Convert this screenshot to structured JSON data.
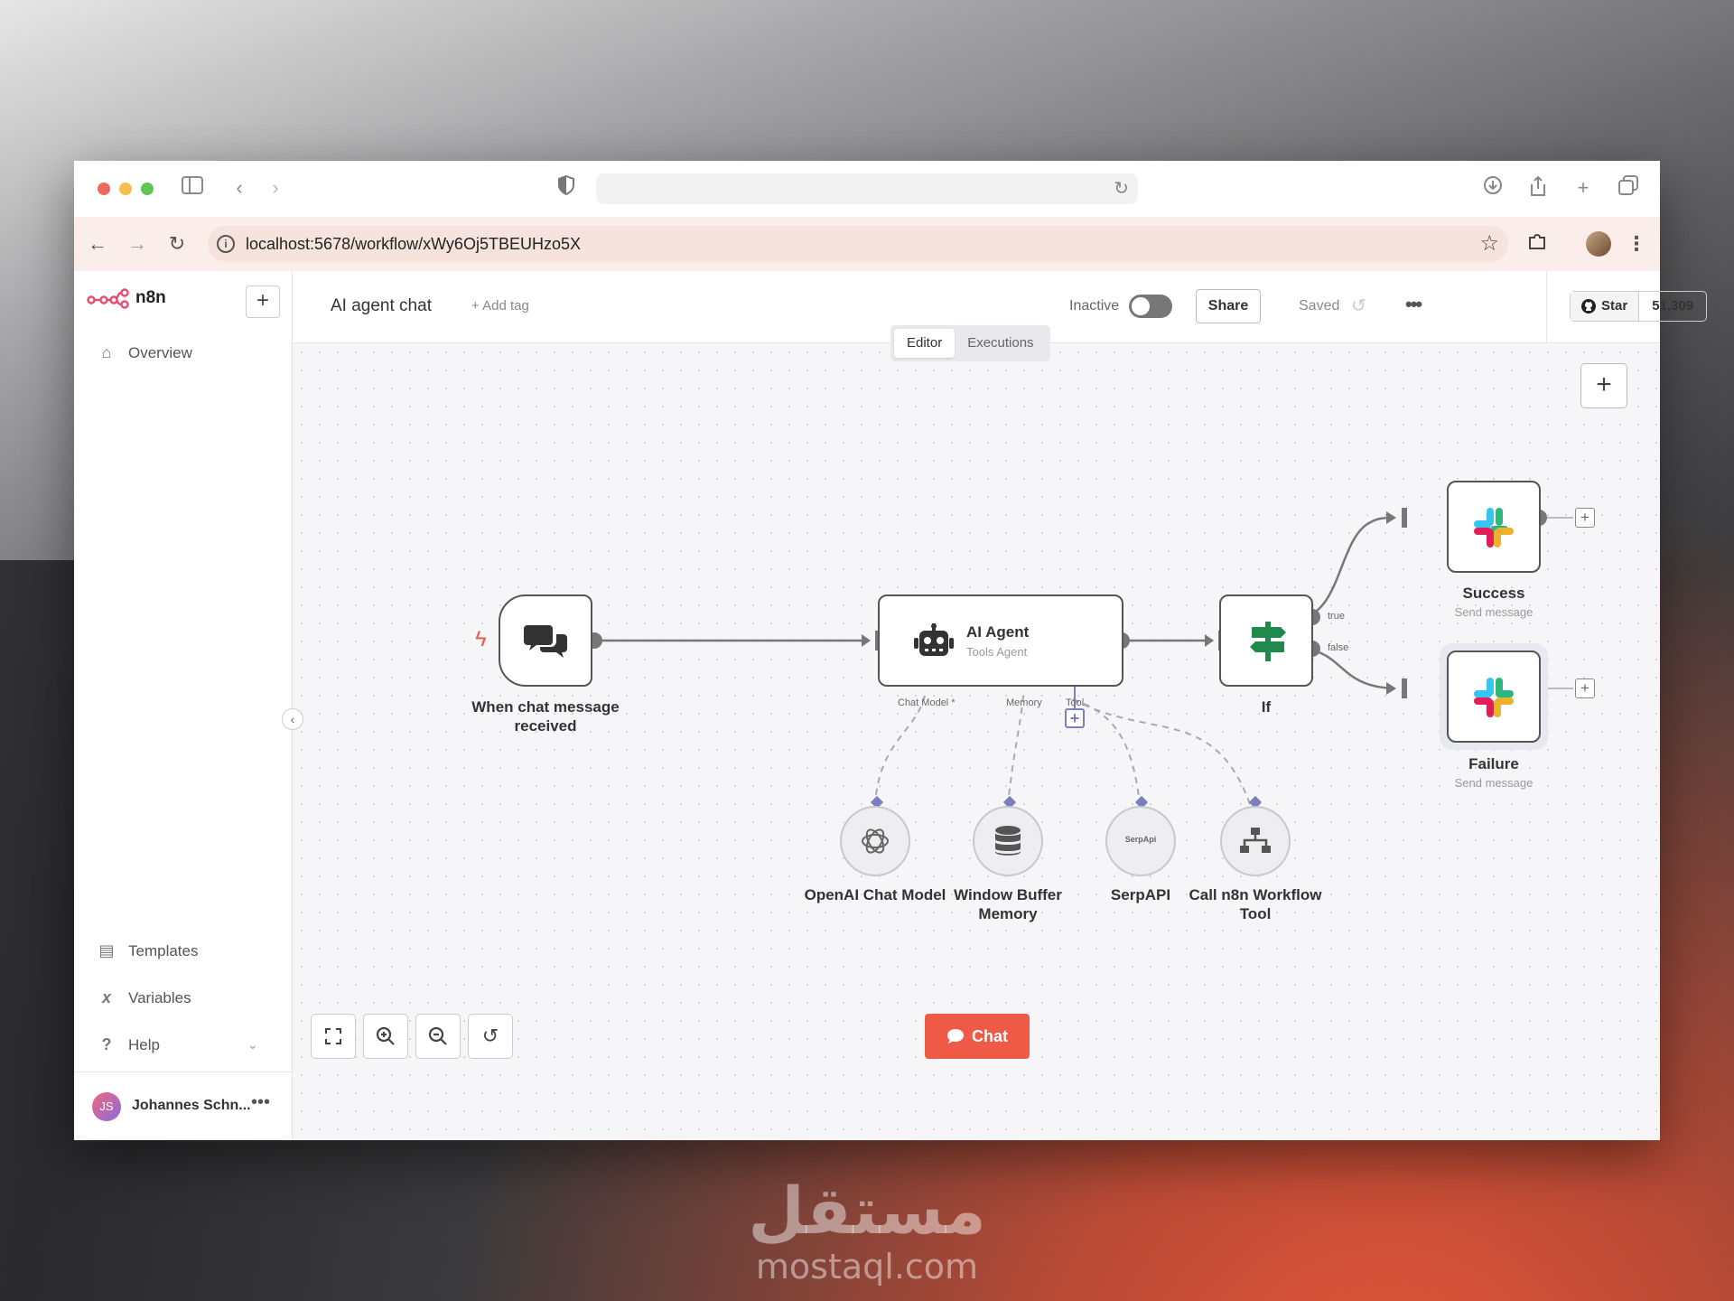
{
  "browser": {
    "url": "localhost:5678/workflow/xWy6Oj5TBEUHzo5X"
  },
  "app": {
    "logo_text": "n8n",
    "nav": [
      {
        "label": "Overview",
        "icon": "home-icon"
      },
      {
        "label": "Templates",
        "icon": "templates-icon"
      },
      {
        "label": "Variables",
        "icon": "variables-icon"
      },
      {
        "label": "Help",
        "icon": "help-icon"
      }
    ],
    "user": {
      "initials": "JS",
      "name": "Johannes Schn..."
    }
  },
  "header": {
    "workflow_name": "AI agent chat",
    "add_tag": "+ Add tag",
    "status": "Inactive",
    "share": "Share",
    "saved": "Saved",
    "github_star": "Star",
    "github_count": "51,309"
  },
  "tabs": [
    {
      "label": "Editor",
      "active": true
    },
    {
      "label": "Executions",
      "active": false
    }
  ],
  "nodes": {
    "trigger": {
      "label": "When chat message received"
    },
    "agent": {
      "title": "AI Agent",
      "subtitle": "Tools Agent"
    },
    "if": {
      "label": "If"
    },
    "success": {
      "label": "Success",
      "sub": "Send message"
    },
    "failure": {
      "label": "Failure",
      "sub": "Send message"
    },
    "openai": {
      "label": "OpenAI Chat Model"
    },
    "memory": {
      "label": "Window Buffer Memory"
    },
    "serpapi": {
      "label": "SerpAPI",
      "icon_text": "SerpApi"
    },
    "workflow_tool": {
      "label": "Call n8n Workflow Tool"
    }
  },
  "ports": {
    "chat_model": "Chat Model *",
    "memory": "Memory",
    "tool": "Tool",
    "true": "true",
    "false": "false"
  },
  "controls": {
    "chat": "Chat"
  },
  "colors": {
    "brand": "#ea4b71",
    "chat_button": "#ee5a45",
    "connector": "#7a7fbf",
    "if_node": "#1f8a4c"
  },
  "watermark": {
    "arabic": "مستقل",
    "latin": "mostaql.com"
  }
}
